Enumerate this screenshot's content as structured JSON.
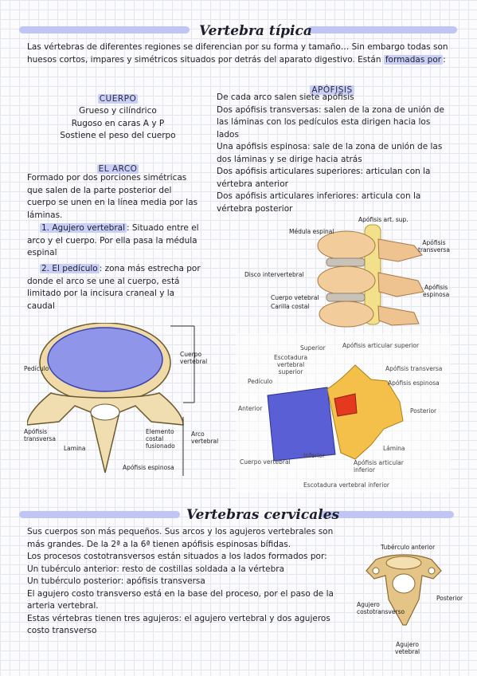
{
  "section1": {
    "title": "Vertebra típica",
    "intro_a": "Las vértebras de diferentes regiones se diferencian por su forma y tamaño… Sin embargo todas son huesos cortos, impares y simétricos situados por detrás del aparato digestivo. Están ",
    "intro_hl": "formadas por",
    "intro_b": ":",
    "cuerpo": {
      "heading": "CUERPO",
      "lines": [
        "Grueso y cilíndrico",
        "Rugoso en caras A y P",
        "Sostiene el peso del cuerpo"
      ]
    },
    "arco": {
      "heading": "EL ARCO",
      "desc": "Formado por dos porciones simétricas que salen de la parte posterior del cuerpo se unen en la línea media por las láminas.",
      "item1_label": "1. Agujero vertebral",
      "item1_text": ": Situado entre el arco y el cuerpo. Por ella pasa la médula espinal",
      "item2_label": "2. El pedículo",
      "item2_text": ": zona más estrecha por donde el arco se une al cuerpo, está limitado por la incisura craneal y la caudal"
    },
    "apofisis": {
      "heading": "APÓFISIS",
      "text": "De cada arco salen siete apófisis\nDos apófisis transversas: salen de la zona de unión de las láminas con los pedículos esta dirigen hacia los lados\nUna apófisis espinosa: sale de la zona de unión de las dos láminas y se dirige hacia atrás\nDos apófisis articulares superiores: articulan con la vértebra anterior\nDos apófisis articulares inferiores: articula con la vértebra posterior"
    },
    "fig_column_labels": {
      "art_sup": "Apófisis art. sup.",
      "medula": "Médula espinal",
      "transversa": "Apófisis\ntransversa",
      "disco": "Disco intervertebral",
      "espinosa": "Apófisis\nespinosa",
      "cuerpo": "Cuerpo vetebral",
      "carilla": "Carilla costal"
    },
    "fig_top_labels": {
      "pediculo": "Pedículo",
      "cuerpo": "Cuerpo\nvertebral",
      "transversa": "Apófisis\ntransversa",
      "lamina": "Lamina",
      "elemento": "Elemento\ncostal\nfusionado",
      "arco": "Arco\nvertebral",
      "espinosa": "Apófisis espinosa"
    },
    "fig_lateral_labels": {
      "superior": "Superior",
      "art_sup": "Apófisis articular superior",
      "escotadura_sup": "Escotadura\nvertebral\nsuperior",
      "transversa": "Apófisis transversa",
      "pediculo": "Pedículo",
      "espinosa": "Apófisis espinosa",
      "anterior": "Anterior",
      "posterior": "Posterior",
      "lamina": "Lámina",
      "inferior": "Inferior",
      "cuerpo": "Cuerpo vertebral",
      "art_inf": "Apófisis articular\ninferior",
      "escotadura_inf": "Escotadura vertebral inferior"
    }
  },
  "section2": {
    "title": "Vertebras cervicales",
    "text": "Sus cuerpos son más pequeños. Sus arcos y los agujeros vertebrales son más grandes. De la 2ª a la 6ª tienen apófisis espinosas bífidas.\nLos procesos costotransversos están situados a los lados formados por:\nUn tubérculo anterior: resto de costillas soldada a la vértebra\nUn tubérculo posterior: apófisis transversa\nEl agujero costo transverso está en la base del proceso, por el paso de la arteria vertebral.\nEstas vértebras tienen tres agujeros: el agujero vertebral y dos agujeros costo transverso",
    "fig_labels": {
      "tub_ant": "Tubérculo anterior",
      "posterior": "Posterior",
      "agujero_ct": "Agujero\ncostotransverso",
      "agujero_v": "Agujero\nvetebral"
    }
  }
}
